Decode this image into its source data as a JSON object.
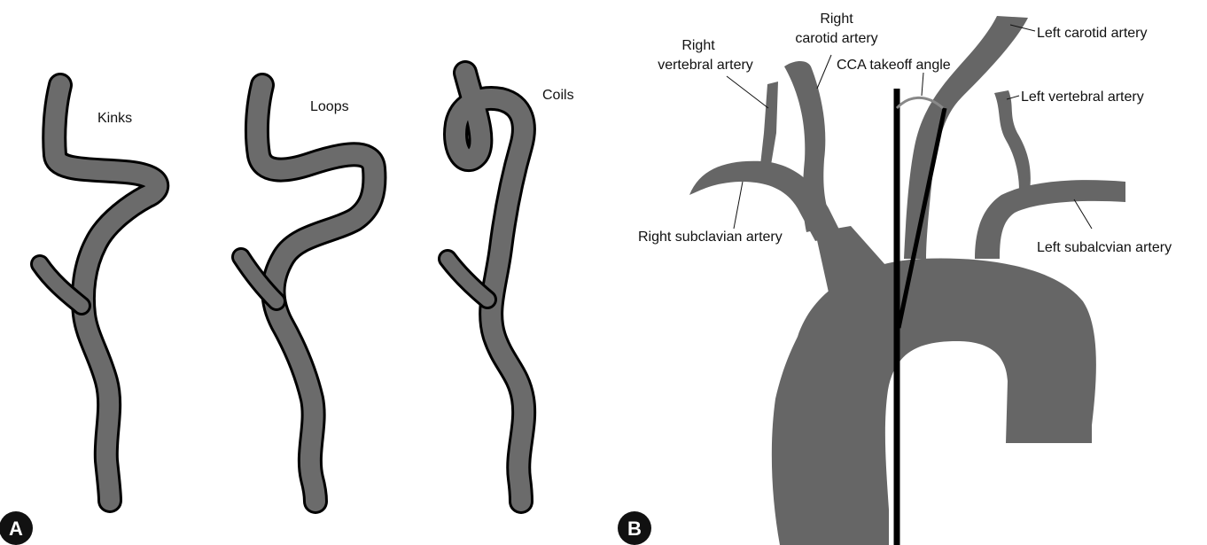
{
  "panel_a": {
    "badge": "A",
    "kinks_label": "Kinks",
    "loops_label": "Loops",
    "coils_label": "Coils"
  },
  "panel_b": {
    "badge": "B",
    "labels": {
      "right_vertebral": [
        "Right",
        "vertebral artery"
      ],
      "right_carotid": [
        "Right",
        "carotid artery"
      ],
      "cca_angle": "CCA takeoff angle",
      "left_carotid": "Left carotid artery",
      "left_vertebral": "Left vertebral artery",
      "right_subclavian": "Right subclavian artery",
      "left_subclavian": "Left subalcvian artery"
    }
  },
  "colors": {
    "vessel": "#6b6b6b",
    "outline": "#000000",
    "aorta": "#666666",
    "badge": "#111111"
  }
}
